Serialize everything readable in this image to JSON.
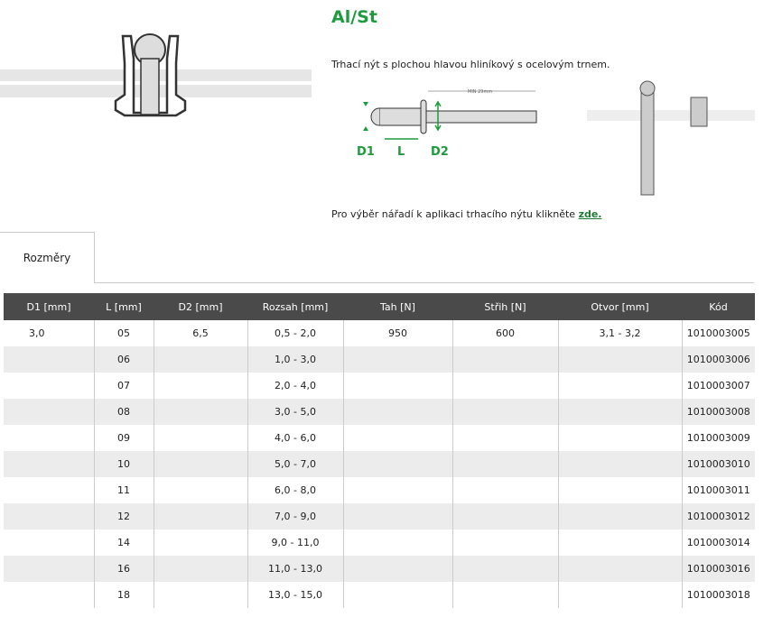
{
  "title": "Al/St",
  "description": "Trhací nýt s plochou hlavou hliníkový s ocelovým trnem.",
  "diagram": {
    "d1": "D1",
    "l": "L",
    "d2": "D2",
    "min": "MIN 29mm"
  },
  "tool_text": "Pro výběr nářadí k aplikaci trhacího nýtu klikněte ",
  "tool_link": "zde.",
  "tab": "Rozměry",
  "table": {
    "headers": [
      "D1 [mm]",
      "L [mm]",
      "D2 [mm]",
      "Rozsah [mm]",
      "Tah [N]",
      "Střih [N]",
      "Otvor [mm]",
      "Kód"
    ],
    "rows": [
      [
        "3,0",
        "05",
        "6,5",
        "0,5 - 2,0",
        "950",
        "600",
        "3,1 - 3,2",
        "1010003005"
      ],
      [
        "",
        "06",
        "",
        "1,0 - 3,0",
        "",
        "",
        "",
        "1010003006"
      ],
      [
        "",
        "07",
        "",
        "2,0 - 4,0",
        "",
        "",
        "",
        "1010003007"
      ],
      [
        "",
        "08",
        "",
        "3,0 - 5,0",
        "",
        "",
        "",
        "1010003008"
      ],
      [
        "",
        "09",
        "",
        "4,0 - 6,0",
        "",
        "",
        "",
        "1010003009"
      ],
      [
        "",
        "10",
        "",
        "5,0 - 7,0",
        "",
        "",
        "",
        "1010003010"
      ],
      [
        "",
        "11",
        "",
        "6,0 - 8,0",
        "",
        "",
        "",
        "1010003011"
      ],
      [
        "",
        "12",
        "",
        "7,0 - 9,0",
        "",
        "",
        "",
        "1010003012"
      ],
      [
        "",
        "14",
        "",
        "9,0 - 11,0",
        "",
        "",
        "",
        "1010003014"
      ],
      [
        "",
        "16",
        "",
        "11,0 - 13,0",
        "",
        "",
        "",
        "1010003016"
      ],
      [
        "",
        "18",
        "",
        "13,0 - 15,0",
        "",
        "",
        "",
        "1010003018"
      ]
    ]
  }
}
